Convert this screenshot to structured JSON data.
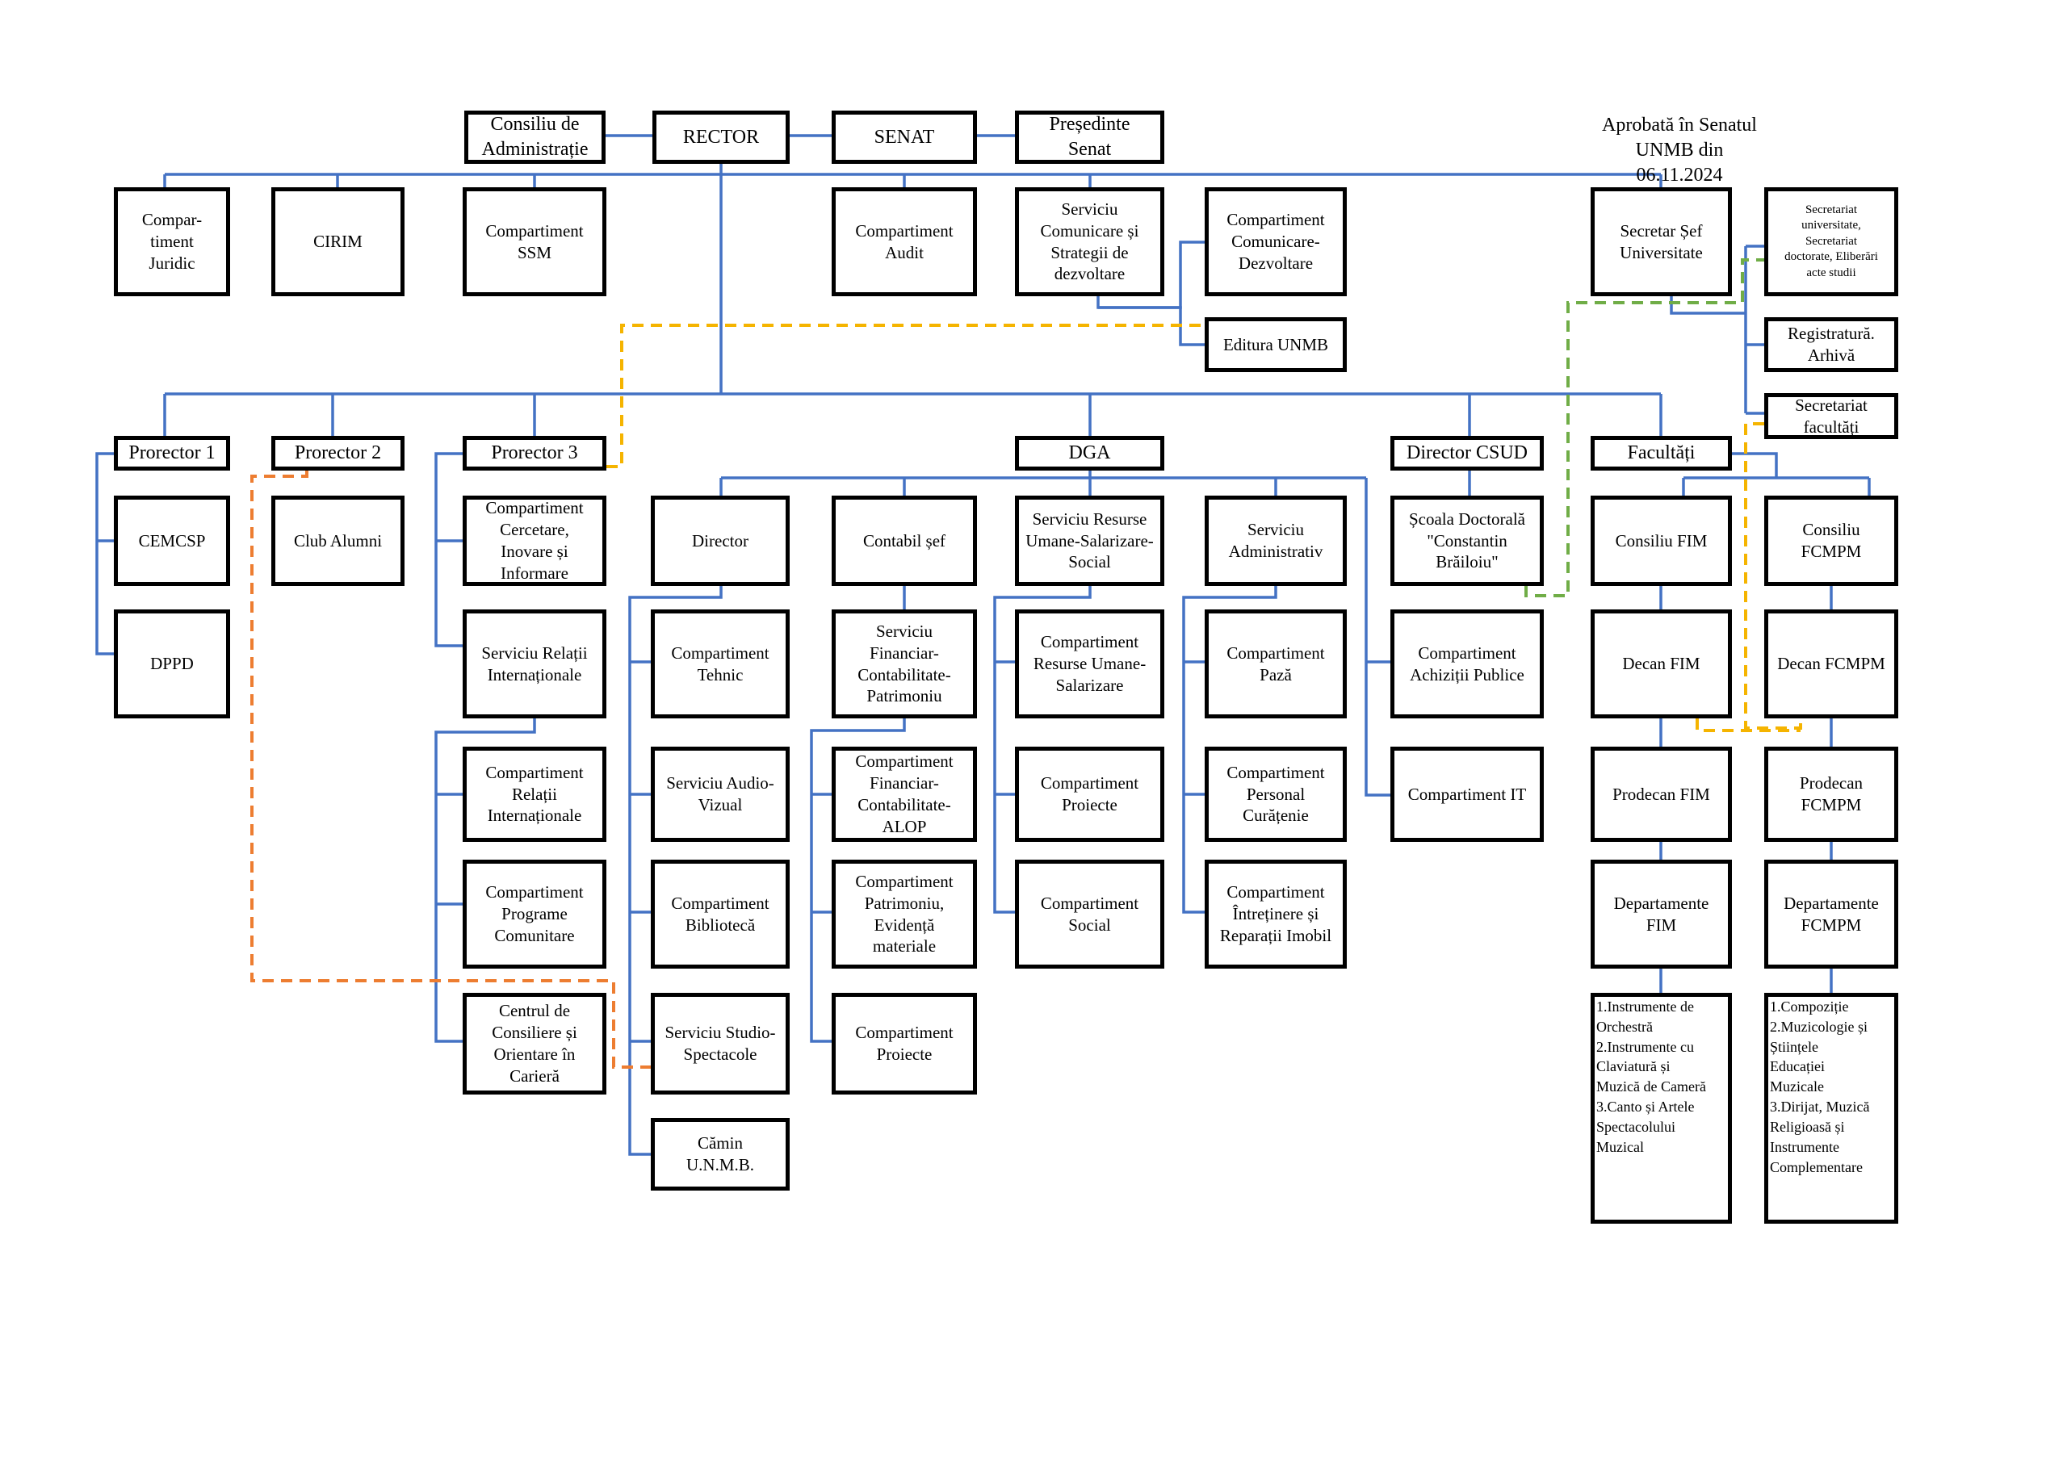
{
  "approval_note": "Aprobată în Senatul UNMB din\n06.11.2024",
  "colors": {
    "connector": "#4472C4",
    "dashed_yellow": "#F5B400",
    "dashed_green": "#70AD47",
    "dashed_orange": "#ED7D31",
    "box_border": "#000000"
  },
  "nodes": {
    "consiliu_admin": "Consiliu de\nAdministrație",
    "rector": "RECTOR",
    "senat": "SENAT",
    "presedinte_senat": "Președinte\nSenat",
    "comp_juridic": "Compar-\ntiment\nJuridic",
    "cirim": "CIRIM",
    "comp_ssm": "Compartiment\nSSM",
    "comp_audit": "Compartiment\nAudit",
    "serv_comunicare": "Serviciu\nComunicare și\nStrategii de\ndezvoltare",
    "comp_com_dezv": "Compartiment\nComunicare-\nDezvoltare",
    "editura": "Editura UNMB",
    "secretar_sef": "Secretar Șef\nUniversitate",
    "secretariat_univ": "Secretariat\nuniversitate,\nSecretariat\ndoctorate, Eliberări\nacte studii",
    "registratura": "Registratură.\nArhivă",
    "secretariat_fac": "Secretariat\nfacultăți",
    "prorector1": "Prorector 1",
    "prorector2": "Prorector 2",
    "prorector3": "Prorector 3",
    "dga": "DGA",
    "director_csud": "Director CSUD",
    "facultati": "Facultăți",
    "cemcsp": "CEMCSP",
    "dppd": "DPPD",
    "club_alumni": "Club Alumni",
    "comp_cercetare": "Compartiment\nCercetare,\nInovare și\nInformare",
    "serv_rel_int": "Serviciu Relații\nInternaționale",
    "comp_rel_int": "Compartiment\nRelații\nInternaționale",
    "comp_programe": "Compartiment\nPrograme\nComunitare",
    "centrul_consiliere": "Centrul de\nConsiliere și\nOrientare în\nCarieră",
    "director": "Director",
    "comp_tehnic": "Compartiment\nTehnic",
    "serv_audio": "Serviciu Audio-\nVizual",
    "comp_biblioteca": "Compartiment\nBibliotecă",
    "serv_studio": "Serviciu Studio-\nSpectacole",
    "camin": "Cămin\nU.N.M.B.",
    "contabil_sef": "Contabil șef",
    "serv_financiar": "Serviciu\nFinanciar-\nContabilitate-\nPatrimoniu",
    "comp_fin_alop": "Compartiment\nFinanciar-\nContabilitate-\nALOP",
    "comp_patrimoniu": "Compartiment\nPatrimoniu,\nEvidență\nmateriale",
    "comp_proiecte_a": "Compartiment\nProiecte",
    "serv_resurse": "Serviciu Resurse\nUmane-Salarizare-\nSocial",
    "comp_resurse": "Compartiment\nResurse Umane-\nSalarizare",
    "comp_proiecte_b": "Compartiment\nProiecte",
    "comp_social": "Compartiment\nSocial",
    "serv_administrativ": "Serviciu\nAdministrativ",
    "comp_paza": "Compartiment\nPază",
    "comp_curatenie": "Compartiment\nPersonal\nCurățenie",
    "comp_intretinere": "Compartiment\nÎntreținere și\nReparații Imobil",
    "scoala_doctorala": "Școala Doctorală\n\"Constantin\nBrăiloiu\"",
    "comp_achizitii": "Compartiment\nAchiziții Publice",
    "comp_it": "Compartiment IT",
    "consiliu_fim": "Consiliu FIM",
    "decan_fim": "Decan FIM",
    "prodecan_fim": "Prodecan FIM",
    "departamente_fim": "Departamente\nFIM",
    "lista_fim": "1.Instrumente de\nOrchestră\n2.Instrumente cu\nClaviatură și\nMuzică de Cameră\n3.Canto și Artele\nSpectacolului\nMuzical",
    "consiliu_fcmpm": "Consiliu\nFCMPM",
    "decan_fcmpm": "Decan FCMPM",
    "prodecan_fcmpm": "Prodecan\nFCMPM",
    "departamente_fcmpm": "Departamente\nFCMPM",
    "lista_fcmpm": "1.Compoziție\n2.Muzicologie și\nȘtiințele\nEducației\nMuzicale\n3.Dirijat, Muzică\nReligioasă și\nInstrumente\nComplementare"
  }
}
